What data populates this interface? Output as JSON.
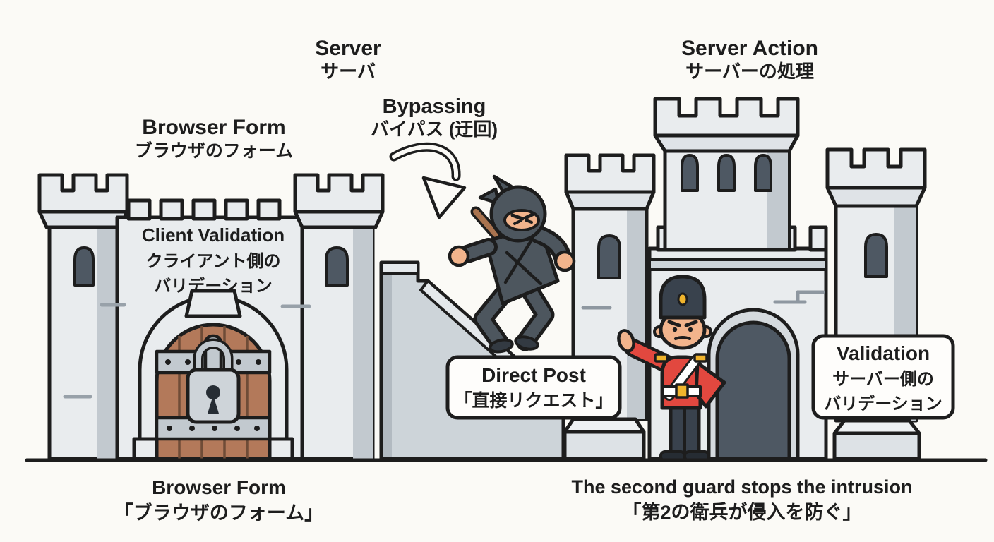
{
  "illustration": {
    "background_color": "#fbfaf6",
    "outline_color": "#1d1d1d",
    "palette": {
      "castle_light": "#e9ecee",
      "castle_mid": "#cdd4d9",
      "castle_shadow": "#b5bdc4",
      "window_dark": "#4e5863",
      "door_brown": "#b3795a",
      "metal_gray": "#c2c9cf",
      "ninja_suit": "#4d565e",
      "guard_red": "#e2483f",
      "guard_dark": "#39424d",
      "gold": "#f0b42c",
      "skin": "#f2b48c"
    },
    "labels": {
      "server": {
        "en": "Server",
        "ja": "サーバ"
      },
      "browser_form": {
        "en": "Browser Form",
        "ja": "ブラウザのフォーム"
      },
      "bypassing": {
        "en": "Bypassing",
        "ja": "バイパス (迂回)"
      },
      "server_action": {
        "en": "Server Action",
        "ja": "サーバーの処理"
      },
      "client_validation": {
        "en": "Client Validation",
        "ja_line1": "クライアント側の",
        "ja_line2": "バリデーション"
      }
    },
    "callouts": {
      "direct_post": {
        "en": "Direct Post",
        "ja": "「直接リクエスト」"
      },
      "server_validation": {
        "en": "Validation",
        "ja_line1": "サーバー側の",
        "ja_line2": "バリデーション"
      }
    },
    "captions": {
      "browser_form": {
        "en": "Browser Form",
        "ja": "「ブラウザのフォーム」"
      },
      "guard": {
        "en": "The second guard stops the intrusion",
        "ja": "「第2の衛兵が侵入を防ぐ」"
      }
    }
  }
}
